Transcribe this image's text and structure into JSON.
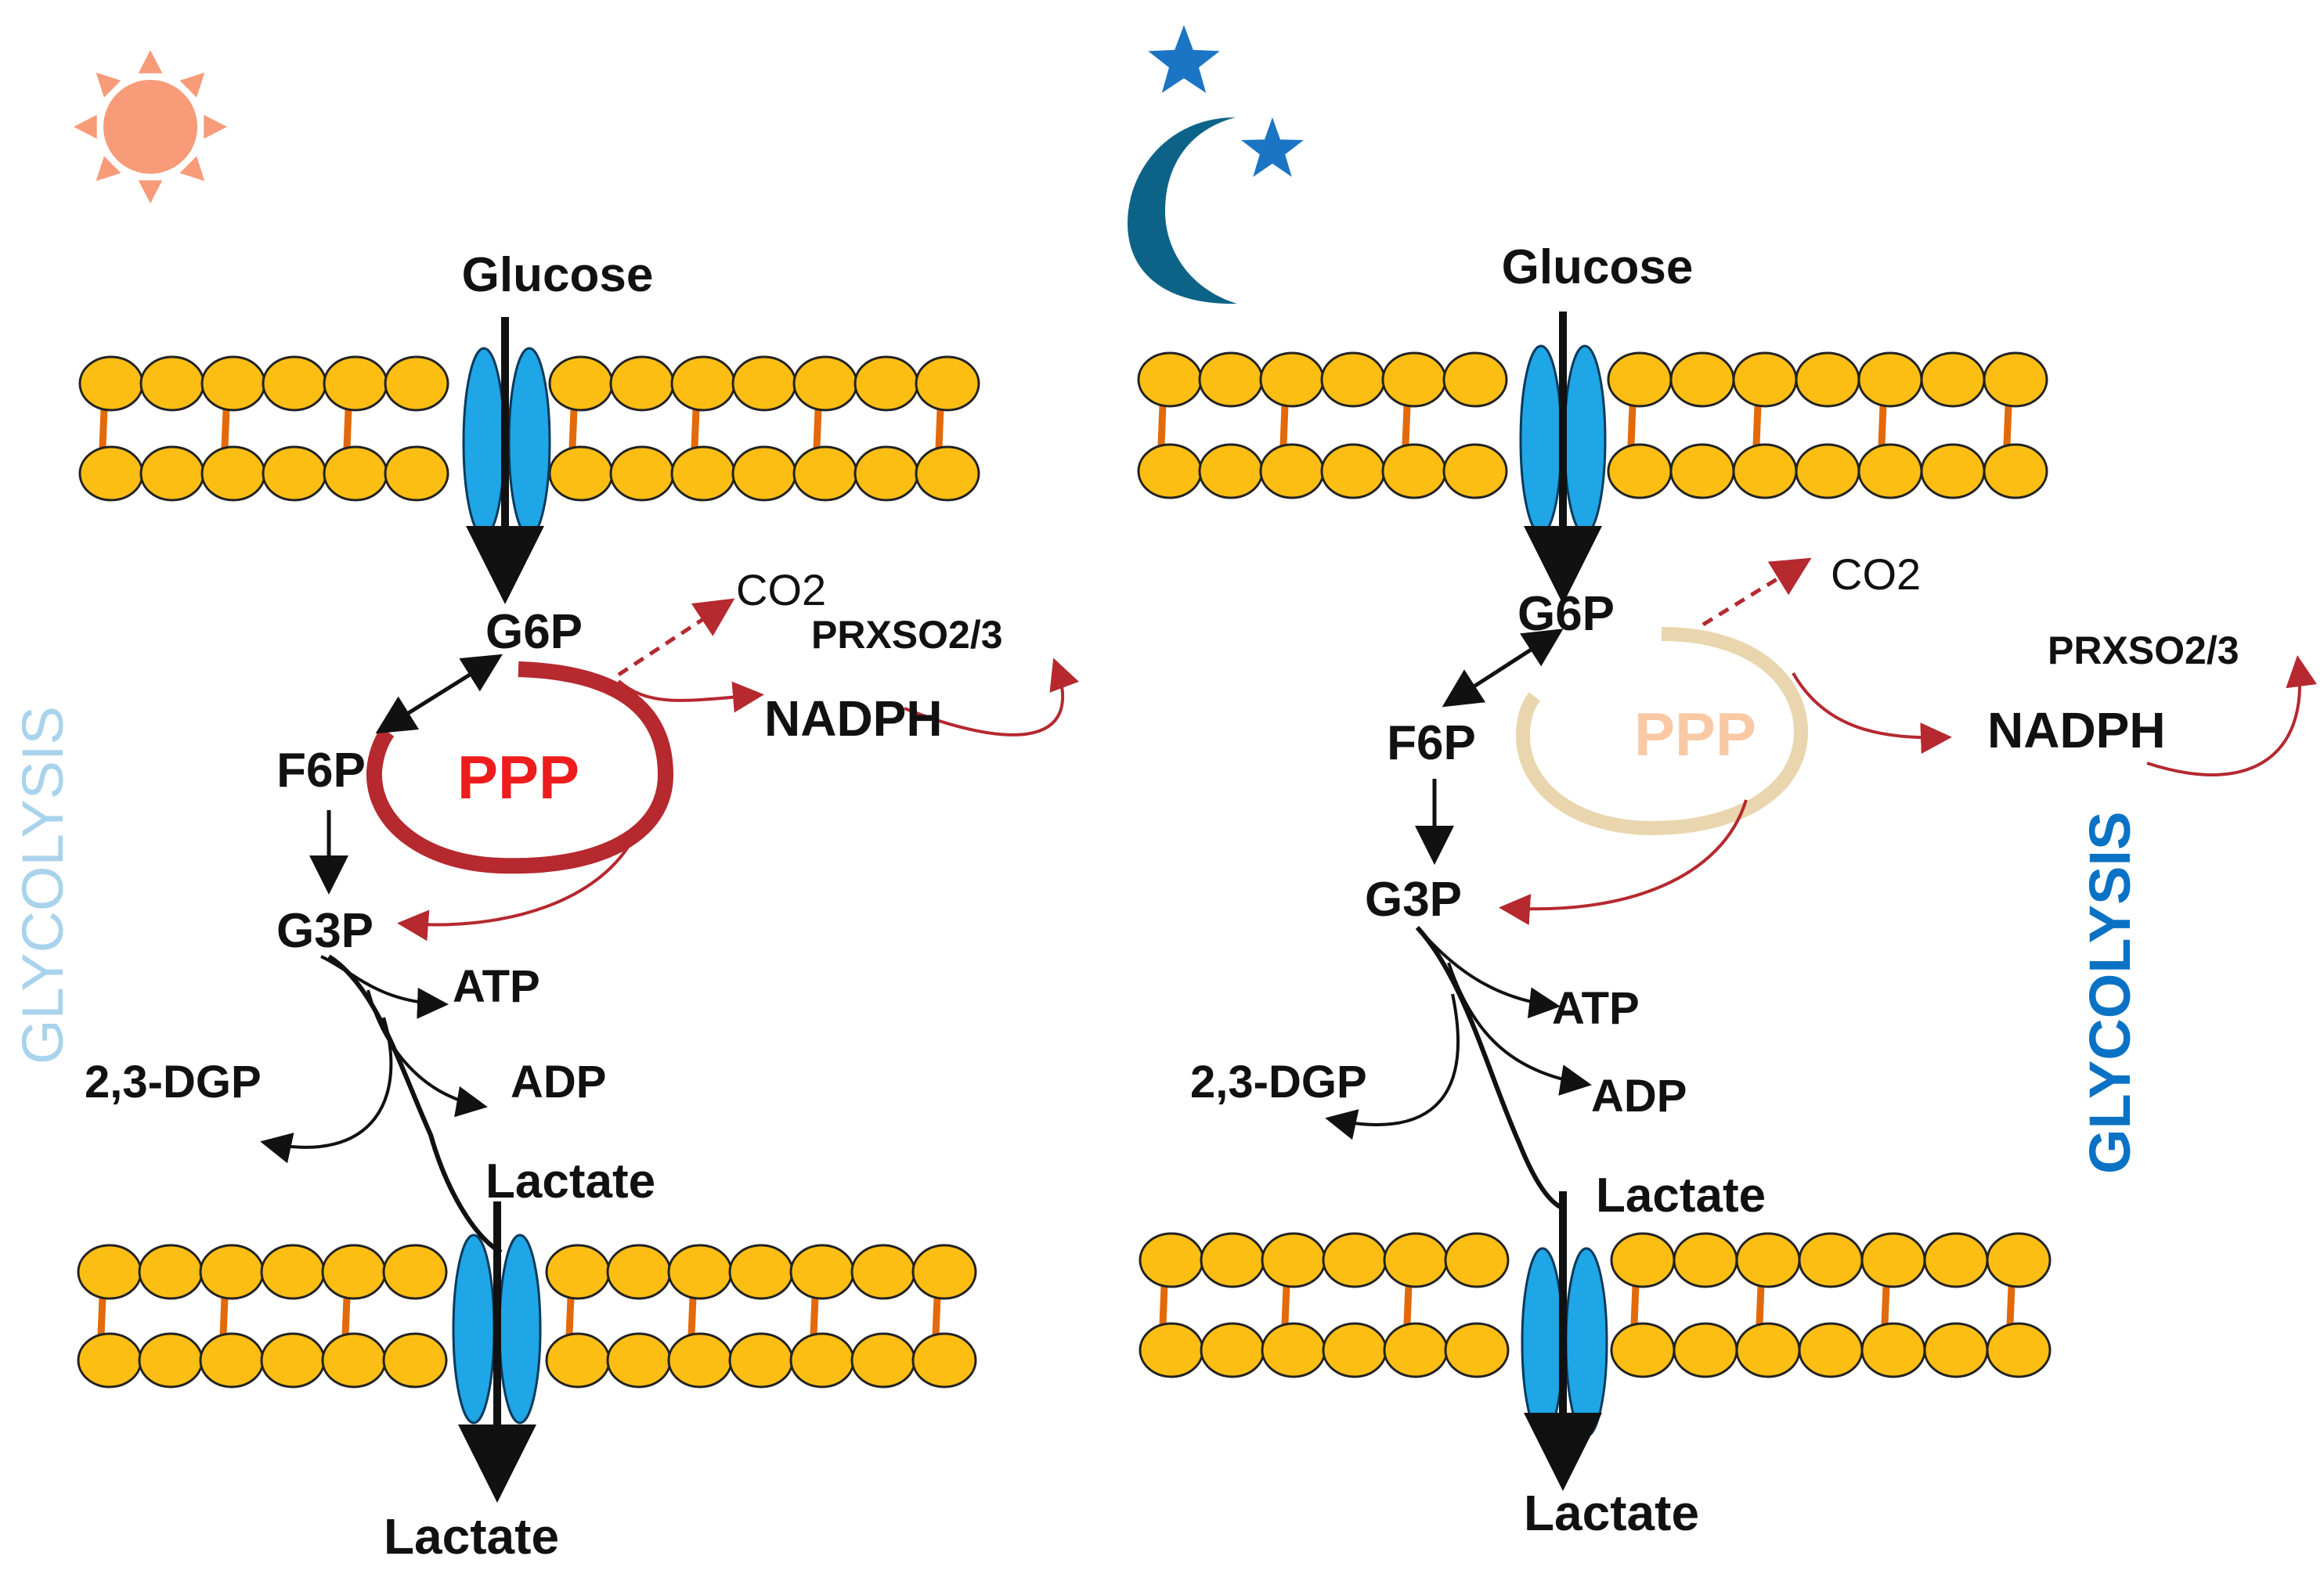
{
  "colors": {
    "membrane_head": "#FDBE14",
    "membrane_tail": "#E36A0A",
    "channel": "#1EA6E6",
    "red_arrow": "#B5292F",
    "ppp_day_ring": "#B5292F",
    "ppp_night_ring": "#E9D6AE",
    "ppp_day_text": "#EE1C1C",
    "ppp_night_text": "#F9C9A5",
    "sun": "#F79B78",
    "moon": "#0D6387",
    "stars": "#1B75C4",
    "glycolysis_day": "#A9D3EC",
    "glycolysis_night": "#0A72C4"
  },
  "icons": {
    "day": "sun-icon",
    "night": "moon-and-stars-icon"
  },
  "day": {
    "glucose": "Glucose",
    "g6p": "G6P",
    "co2": "CO2",
    "prx": "PRXSO2/3",
    "nadph": "NADPH",
    "f6p": "F6P",
    "ppp": "PPP",
    "g3p": "G3P",
    "atp": "ATP",
    "dgp": "2,3-DGP",
    "adp": "ADP",
    "lactate_inner": "Lactate",
    "lactate_out": "Lactate",
    "glycolysis": "GLYCOLYSIS"
  },
  "night": {
    "glucose": "Glucose",
    "g6p": "G6P",
    "co2": "CO2",
    "prx": "PRXSO2/3",
    "nadph": "NADPH",
    "f6p": "F6P",
    "ppp": "PPP",
    "g3p": "G3P",
    "atp": "ATP",
    "dgp": "2,3-DGP",
    "adp": "ADP",
    "lactate_inner": "Lactate",
    "lactate_out": "Lactate",
    "glycolysis": "GLYCOLYSIS"
  }
}
